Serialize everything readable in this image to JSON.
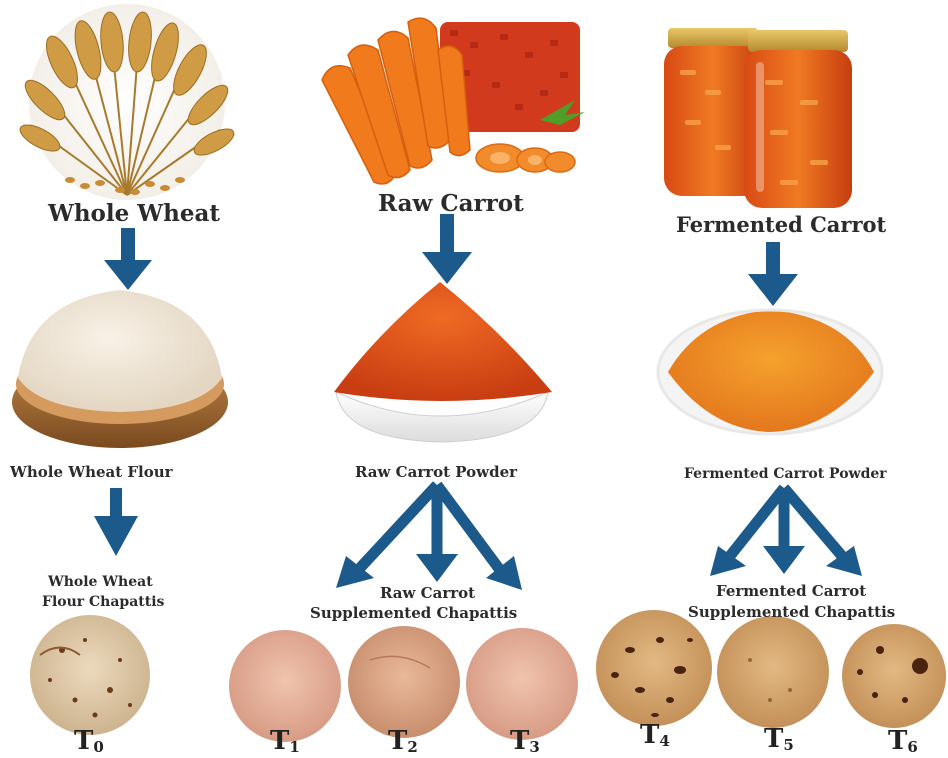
{
  "sources": {
    "whole_wheat": "Whole Wheat",
    "raw_carrot": "Raw Carrot",
    "fermented_carrot": "Fermented Carrot"
  },
  "powders": {
    "whole_wheat_flour": "Whole Wheat Flour",
    "raw_carrot_powder": "Raw Carrot Powder",
    "fermented_carrot_powder": "Fermented Carrot Powder"
  },
  "products": {
    "control_line1": "Whole Wheat",
    "control_line2": "Flour Chapattis",
    "raw_line1": "Raw Carrot",
    "raw_line2": "Supplemented Chapattis",
    "fermented_line1": "Fermented Carrot",
    "fermented_line2": "Supplemented Chapattis"
  },
  "treatments": [
    {
      "main": "T",
      "sub": "0"
    },
    {
      "main": "T",
      "sub": "1"
    },
    {
      "main": "T",
      "sub": "2"
    },
    {
      "main": "T",
      "sub": "3"
    },
    {
      "main": "T",
      "sub": "4"
    },
    {
      "main": "T",
      "sub": "5"
    },
    {
      "main": "T",
      "sub": "6"
    }
  ],
  "colors": {
    "arrow": "#1c5a8c",
    "carrot": "#f07a1c",
    "raw_powder": "#e2541b",
    "fermented_powder": "#f08a1c",
    "flour": "#eee3d2",
    "wheat": "#c9963f"
  }
}
